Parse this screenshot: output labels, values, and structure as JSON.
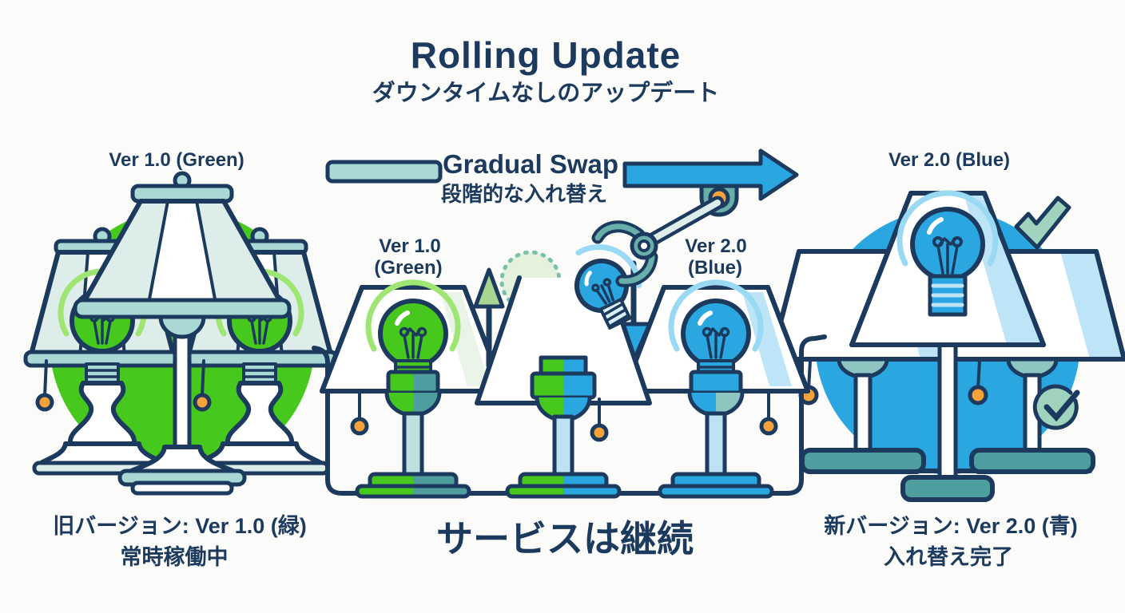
{
  "header": {
    "title": "Rolling Update",
    "subtitle": "ダウンタイムなしのアップデート"
  },
  "old_group": {
    "version_label": "Ver 1.0 (Green)",
    "caption_line1": "旧バージョン: Ver 1.0 (緑)",
    "caption_line2": "常時稼働中"
  },
  "swap": {
    "label": "Gradual Swap",
    "sublabel": "段階的な入れ替え",
    "old_lamp_label": {
      "line1": "Ver 1.0",
      "line2": "(Green)"
    },
    "new_lamp_label": {
      "line1": "Ver 2.0",
      "line2": "(Blue)"
    },
    "caption": "サービスは継続"
  },
  "new_group": {
    "version_label": "Ver 2.0 (Blue)",
    "caption_line1": "新バージョン: Ver 2.0 (青)",
    "caption_line2": "入れ替え完了"
  },
  "colors": {
    "navy": "#1C3A5E",
    "text": "#1C3A5E",
    "green": "#47C81D",
    "blue": "#2AA7E0",
    "light-blue": "#BDE4F7",
    "pale-blue": "#D9F0FB",
    "teal": "#4E9EA0",
    "cap-teal": "#8FC5C1",
    "light-teal": "#A9D8D5",
    "pale-teal": "#DDEDE9",
    "arm-teal": "#68AFA9",
    "orange": "#F4A239",
    "ghost-fill": "#E4F1DC",
    "ghost-stroke": "#79C2A9",
    "check-fill": "#9FD3BD",
    "green-glow": "#9FE573",
    "blue-glow": "#9AD9F4",
    "stem-teal": "#BFE0DE",
    "stem-blue": "#BEE2F4",
    "pale-green": "#E9F3E7",
    "arrow-green": "#A9D593",
    "background": "#FBFBF9"
  }
}
